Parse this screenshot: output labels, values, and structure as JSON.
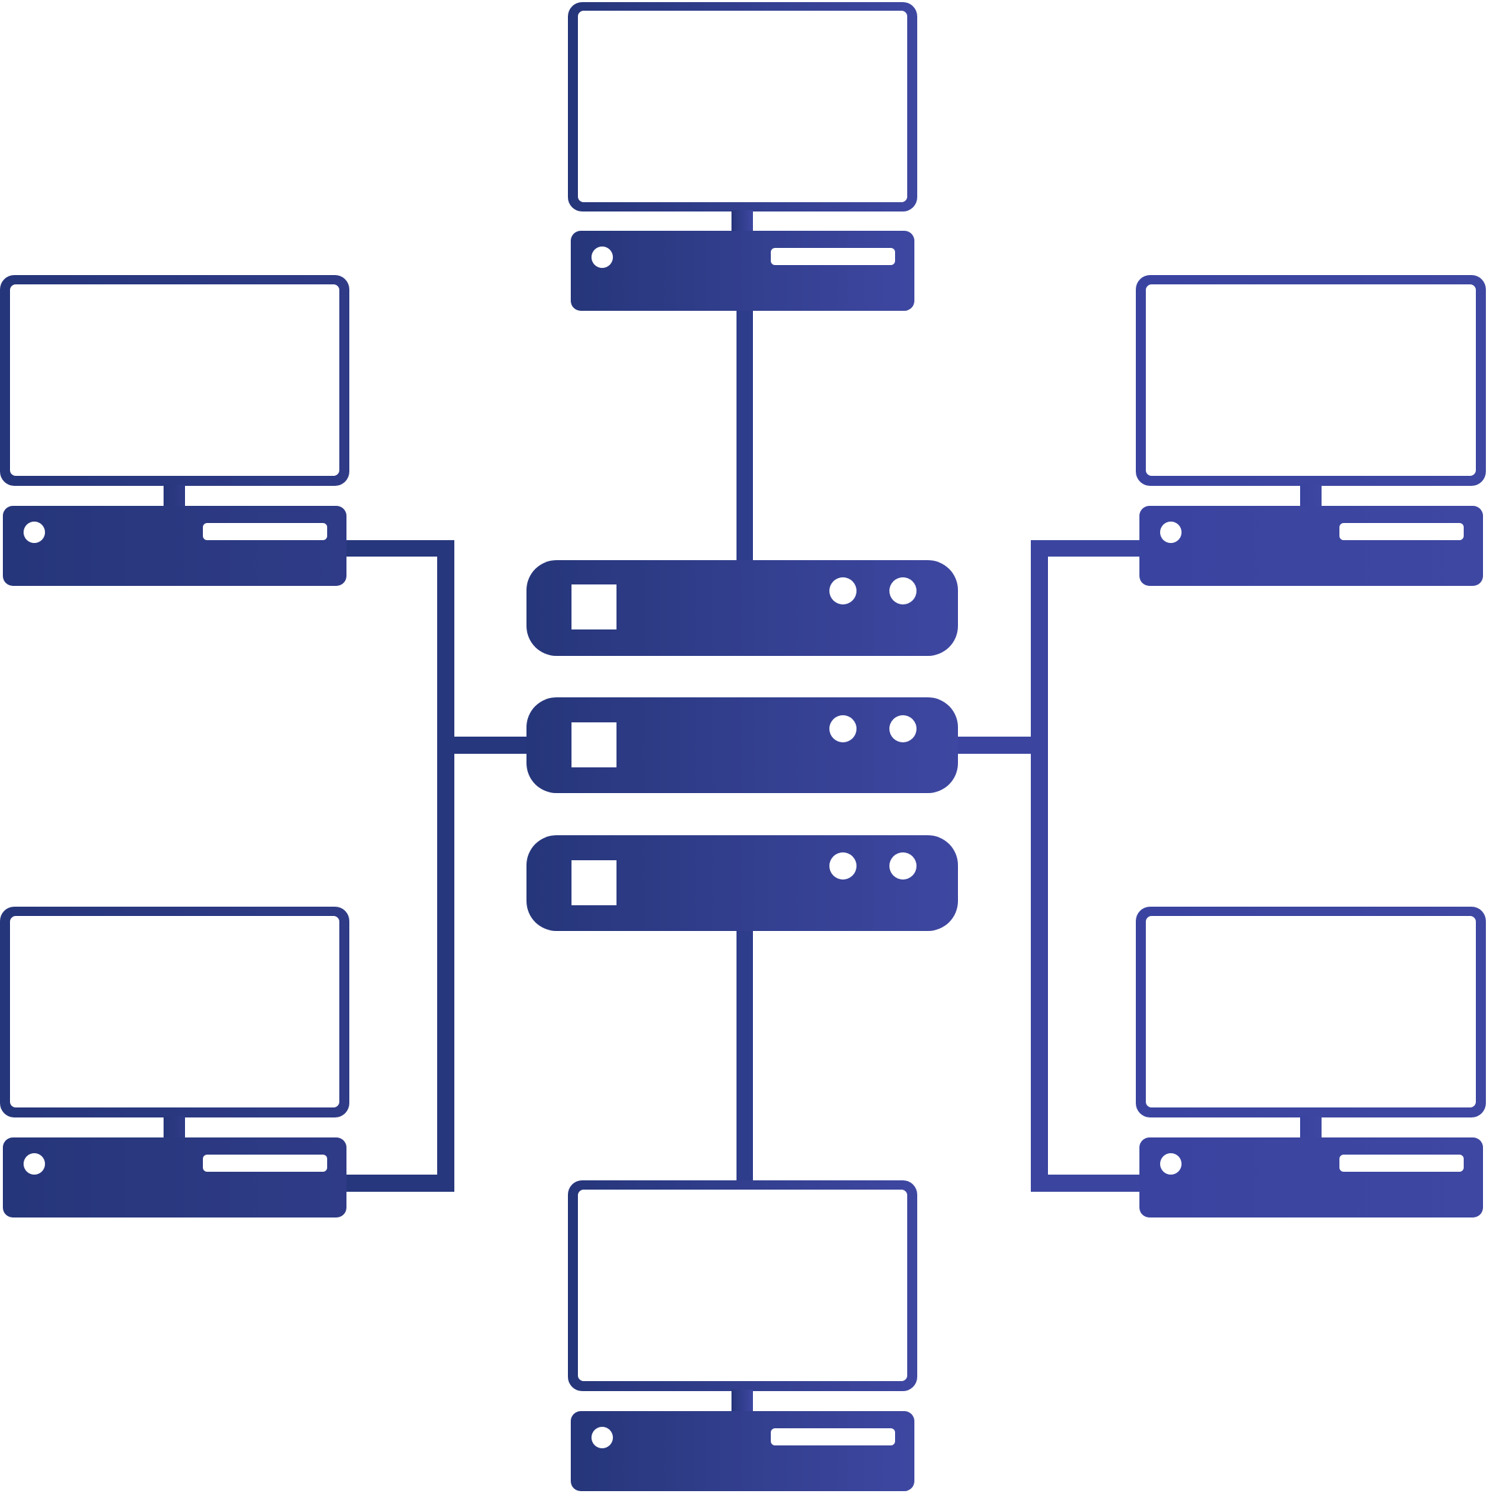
{
  "diagram": {
    "topology": "network-hub",
    "colors": {
      "gradient_start": "#26367a",
      "gradient_end": "#3e47a1",
      "background": "#ffffff",
      "screen": "#ffffff"
    },
    "icons": {
      "server": "server-icon",
      "computer": "desktop-computer-icon",
      "cable": "network-cable"
    },
    "servers": [
      {
        "id": "server-top"
      },
      {
        "id": "server-middle"
      },
      {
        "id": "server-bottom"
      }
    ],
    "computers": [
      {
        "id": "computer-top",
        "position": "top"
      },
      {
        "id": "computer-left-upper",
        "position": "left-upper"
      },
      {
        "id": "computer-right-upper",
        "position": "right-upper"
      },
      {
        "id": "computer-left-lower",
        "position": "left-lower"
      },
      {
        "id": "computer-right-lower",
        "position": "right-lower"
      },
      {
        "id": "computer-bottom",
        "position": "bottom"
      }
    ],
    "links": [
      {
        "from": "computer-top",
        "to": "server-top"
      },
      {
        "from": "computer-left-upper",
        "to": "server-middle"
      },
      {
        "from": "computer-left-lower",
        "to": "server-middle"
      },
      {
        "from": "computer-right-upper",
        "to": "server-middle"
      },
      {
        "from": "computer-right-lower",
        "to": "server-middle"
      },
      {
        "from": "server-bottom",
        "to": "computer-bottom"
      }
    ]
  }
}
